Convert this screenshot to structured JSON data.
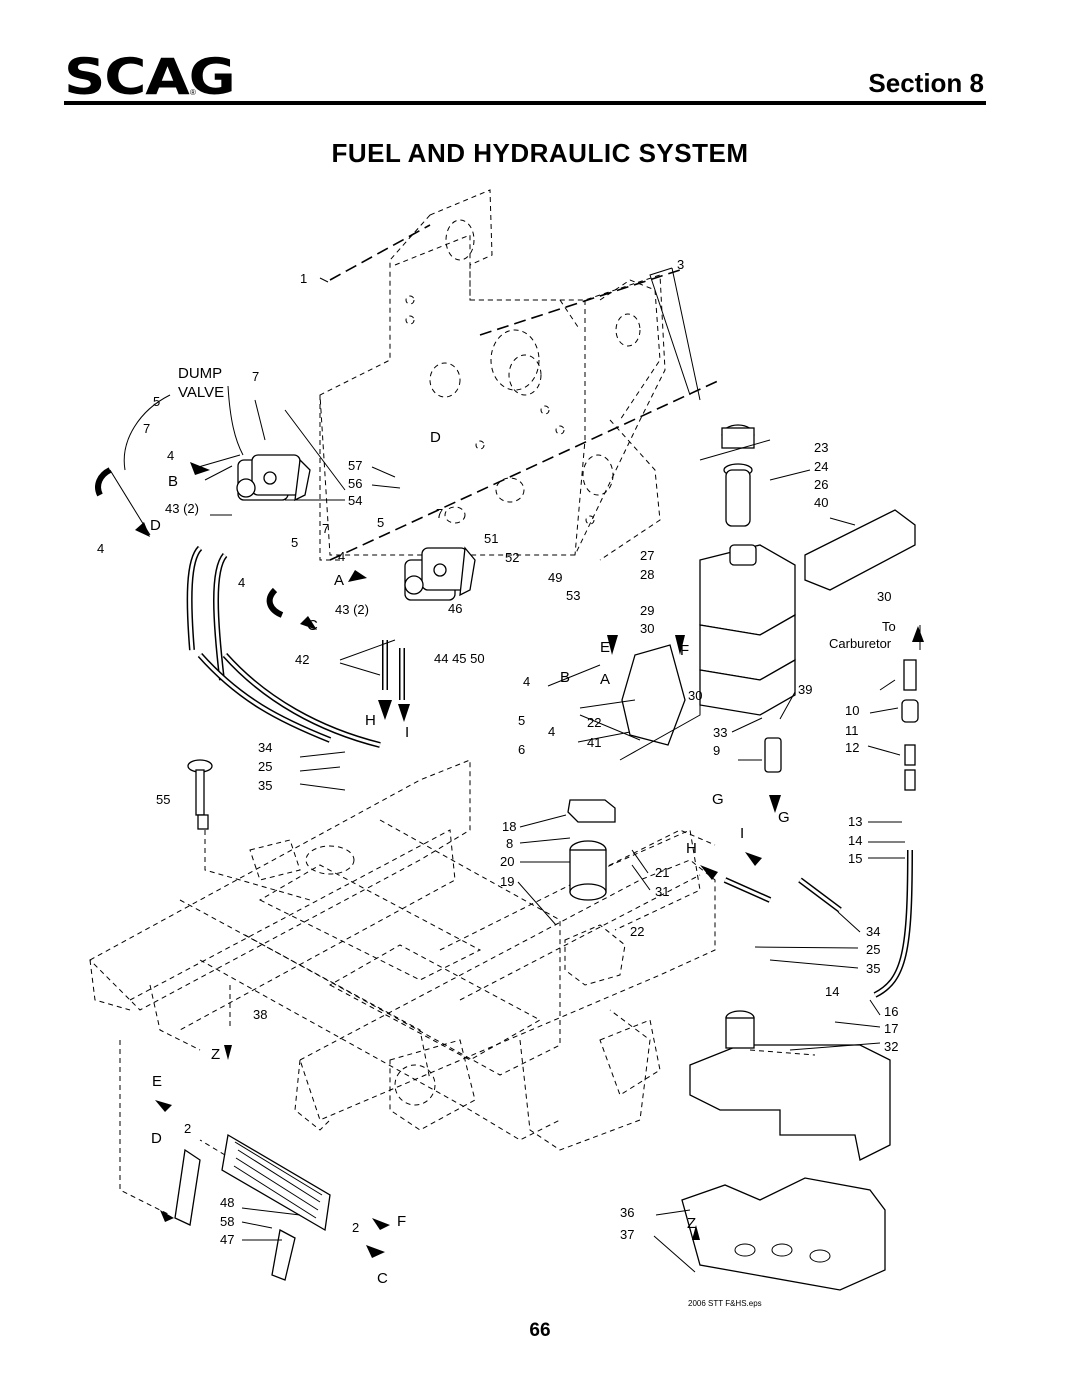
{
  "header": {
    "logo_text": "SCAG",
    "logo_mark": "®",
    "section_label": "Section 8",
    "title": "FUEL AND HYDRAULIC SYSTEM"
  },
  "diagram": {
    "callouts": {
      "c1": "1",
      "c3": "3",
      "dump": "DUMP",
      "valve": "VALVE",
      "c7a": "7",
      "c5a": "5",
      "c7b": "7",
      "c4a": "4",
      "cB1": "B",
      "c43a": "43 (2)",
      "cD1": "D",
      "c4b": "4",
      "cD2": "D",
      "c57": "57",
      "c56": "56",
      "c54": "54",
      "c7c": "7",
      "c5b": "5",
      "c7d": "7",
      "c5c": "5",
      "c4c": "4",
      "c51": "51",
      "c52": "52",
      "c4d": "4",
      "cA1": "A",
      "c49": "49",
      "c53": "53",
      "c43b": "43 (2)",
      "c46": "46",
      "cC1": "C",
      "c42": "42",
      "c444550": "44 45 50",
      "c27": "27",
      "c28": "28",
      "c29": "29",
      "c30a": "30",
      "cE1": "E",
      "cF1": "F",
      "c23": "23",
      "c24": "24",
      "c26": "26",
      "c40": "40",
      "c30b": "30",
      "to": "To",
      "carb": "Carburetor",
      "c4e": "4",
      "cB2": "B",
      "cA2": "A",
      "c5d": "5",
      "c30c": "30",
      "c6": "6",
      "c4f": "4",
      "c22a": "22",
      "c41": "41",
      "cH1": "H",
      "cI1": "I",
      "c34a": "34",
      "c25a": "25",
      "c35a": "35",
      "c55": "55",
      "c39": "39",
      "c10": "10",
      "c11": "11",
      "c12": "12",
      "c33": "33",
      "c9": "9",
      "cG1": "G",
      "cG2": "G",
      "c18": "18",
      "c8": "8",
      "c20": "20",
      "c19": "19",
      "c21": "21",
      "c31": "31",
      "c22b": "22",
      "cH2": "H",
      "cI2": "I",
      "c13": "13",
      "c14a": "14",
      "c15": "15",
      "c34b": "34",
      "c25b": "25",
      "c35b": "35",
      "c14b": "14",
      "c16": "16",
      "c17": "17",
      "c32": "32",
      "c38": "38",
      "cZ1": "Z",
      "cE2": "E",
      "c2a": "2",
      "cD3": "D",
      "c48": "48",
      "c58": "58",
      "c47": "47",
      "c2b": "2",
      "cF2": "F",
      "cC2": "C",
      "c36": "36",
      "c37": "37",
      "cZ2": "Z"
    },
    "file_name": "2006 STT F&HS.eps"
  },
  "footer": {
    "page_number": "66"
  }
}
